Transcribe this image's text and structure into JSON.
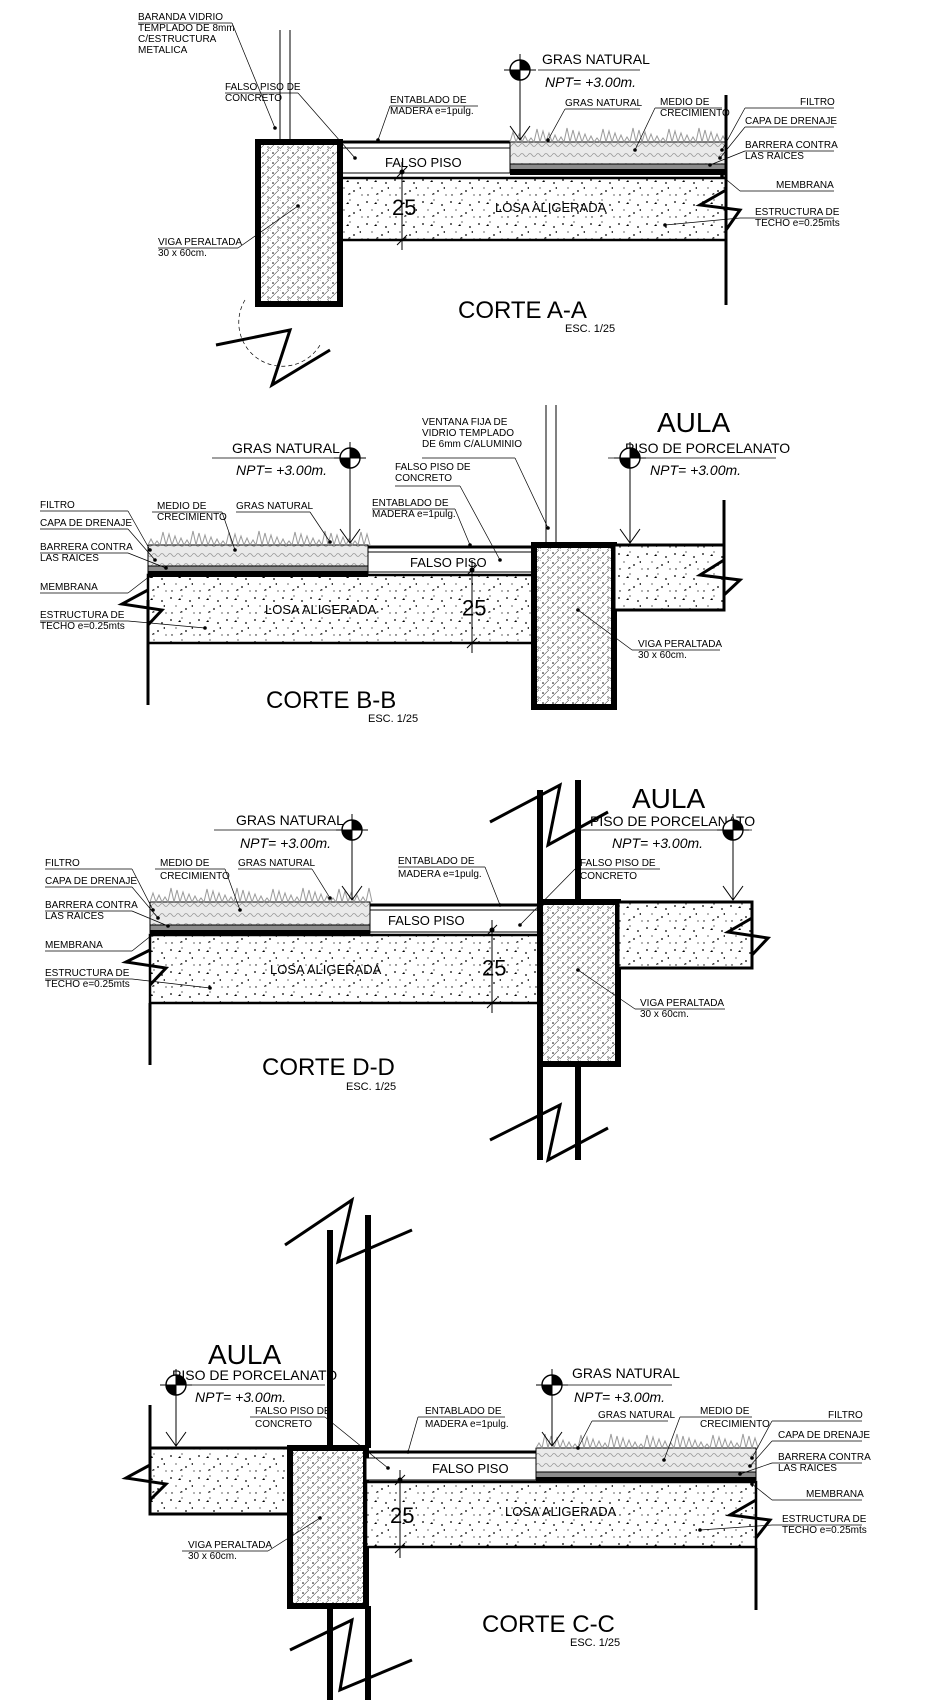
{
  "sections": [
    {
      "id": "a",
      "title": "CORTE A-A",
      "scale": "ESC. 1/25",
      "dimension": "25",
      "grass_title": "GRAS NATURAL",
      "grass_npt": "NPT= +3.00m.",
      "slab_label": "LOSA ALIGERADA",
      "false_floor_label": "FALSO PISO",
      "callouts": {
        "railing": [
          "BARANDA VIDRIO",
          "TEMPLADO DE 8mm",
          "C/ESTRUCTURA",
          "METALICA"
        ],
        "false_floor": [
          "FALSO PISO DE",
          "CONCRETO"
        ],
        "decking": [
          "ENTABLADO DE",
          "MADERA e=1pulg."
        ],
        "grass": "GRAS NATURAL",
        "medium": [
          "MEDIO DE",
          "CRECIMIENTO"
        ],
        "filter": "FILTRO",
        "drainage": "CAPA DE DRENAJE",
        "root_barrier": [
          "BARRERA CONTRA",
          "LAS RAICES"
        ],
        "membrane": "MEMBRANA",
        "roof_structure": [
          "ESTRUCTURA DE",
          "TECHO e=0.25mts"
        ],
        "beam": [
          "VIGA PERALTADA",
          "30 x 60cm."
        ]
      }
    },
    {
      "id": "b",
      "title": "CORTE B-B",
      "scale": "ESC. 1/25",
      "dimension": "25",
      "grass_title": "GRAS NATURAL",
      "grass_npt": "NPT= +3.00m.",
      "room_title": "AULA",
      "room_floor": "PISO DE PORCELANATO",
      "room_npt": "NPT= +3.00m.",
      "slab_label": "LOSA ALIGERADA",
      "false_floor_label": "FALSO PISO",
      "callouts": {
        "window": [
          "VENTANA FIJA DE",
          "VIDRIO TEMPLADO",
          "DE 6mm C/ALUMINIO"
        ],
        "false_floor": [
          "FALSO PISO DE",
          "CONCRETO"
        ],
        "decking": [
          "ENTABLADO DE",
          "MADERA e=1pulg."
        ],
        "grass": "GRAS NATURAL",
        "medium": [
          "MEDIO DE",
          "CRECIMIENTO"
        ],
        "filter": "FILTRO",
        "drainage": "CAPA DE DRENAJE",
        "root_barrier": [
          "BARRERA CONTRA",
          "LAS RAICES"
        ],
        "membrane": "MEMBRANA",
        "roof_structure": [
          "ESTRUCTURA DE",
          "TECHO e=0.25mts"
        ],
        "beam": [
          "VIGA PERALTADA",
          "30 x 60cm."
        ]
      }
    },
    {
      "id": "d",
      "title": "CORTE D-D",
      "scale": "ESC. 1/25",
      "dimension": "25",
      "grass_title": "GRAS NATURAL",
      "grass_npt": "NPT= +3.00m.",
      "room_title": "AULA",
      "room_floor": "PISO DE PORCELANATO",
      "room_npt": "NPT= +3.00m.",
      "slab_label": "LOSA ALIGERADA",
      "false_floor_label": "FALSO PISO",
      "callouts": {
        "false_floor": [
          "FALSO PISO DE",
          "CONCRETO"
        ],
        "decking": [
          "ENTABLADO DE",
          "MADERA e=1pulg."
        ],
        "grass": "GRAS NATURAL",
        "medium": [
          "MEDIO DE",
          "CRECIMIENTO"
        ],
        "filter": "FILTRO",
        "drainage": "CAPA DE DRENAJE",
        "root_barrier": [
          "BARRERA CONTRA",
          "LAS RAICES"
        ],
        "membrane": "MEMBRANA",
        "roof_structure": [
          "ESTRUCTURA DE",
          "TECHO e=0.25mts"
        ],
        "beam": [
          "VIGA PERALTADA",
          "30 x 60cm."
        ]
      }
    },
    {
      "id": "c",
      "title": "CORTE C-C",
      "scale": "ESC. 1/25",
      "dimension": "25",
      "grass_title": "GRAS NATURAL",
      "grass_npt": "NPT= +3.00m.",
      "room_title": "AULA",
      "room_floor": "PISO DE PORCELANATO",
      "room_npt": "NPT= +3.00m.",
      "slab_label": "LOSA ALIGERADA",
      "false_floor_label": "FALSO PISO",
      "callouts": {
        "false_floor": [
          "FALSO PISO DE",
          "CONCRETO"
        ],
        "decking": [
          "ENTABLADO DE",
          "MADERA e=1pulg."
        ],
        "grass": "GRAS NATURAL",
        "medium": [
          "MEDIO DE",
          "CRECIMIENTO"
        ],
        "filter": "FILTRO",
        "drainage": "CAPA DE DRENAJE",
        "root_barrier": [
          "BARRERA CONTRA",
          "LAS RAICES"
        ],
        "membrane": "MEMBRANA",
        "roof_structure": [
          "ESTRUCTURA DE",
          "TECHO e=0.25mts"
        ],
        "beam": [
          "VIGA PERALTADA",
          "30 x 60cm."
        ]
      }
    }
  ]
}
